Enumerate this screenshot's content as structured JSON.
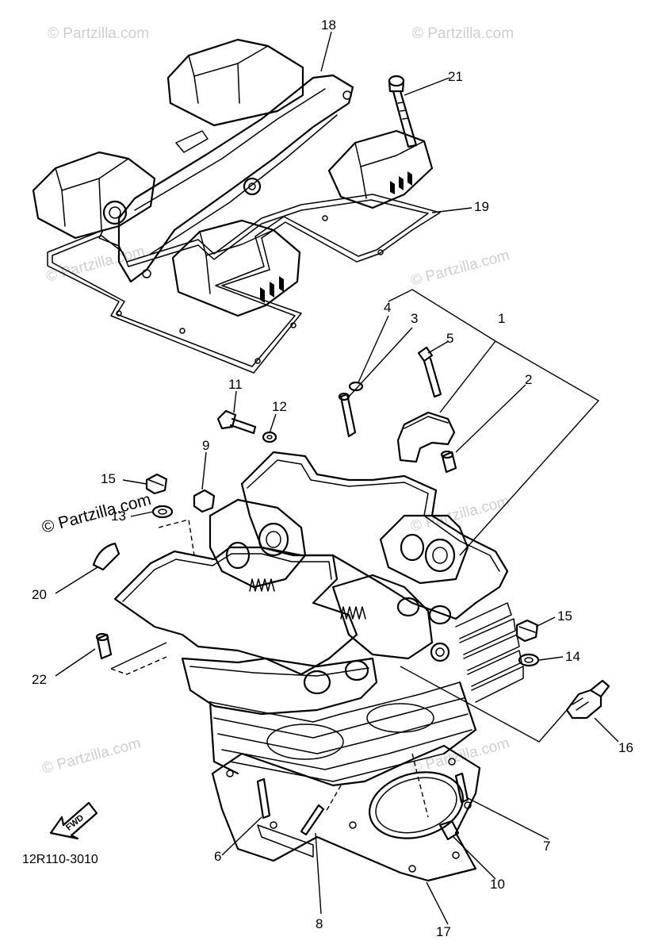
{
  "diagram": {
    "code": "12R110-3010",
    "fwd_label": "FWD",
    "watermark_text": "© Partzilla.com",
    "part_numbers": {
      "p1": "1",
      "p2": "2",
      "p3": "3",
      "p4": "4",
      "p5": "5",
      "p6": "6",
      "p7": "7",
      "p8": "8",
      "p9": "9",
      "p10": "10",
      "p11": "11",
      "p12": "12",
      "p13": "13",
      "p14": "14",
      "p15a": "15",
      "p15b": "15",
      "p16": "16",
      "p17": "17",
      "p18": "18",
      "p19": "19",
      "p20": "20",
      "p21": "21",
      "p22": "22"
    }
  }
}
